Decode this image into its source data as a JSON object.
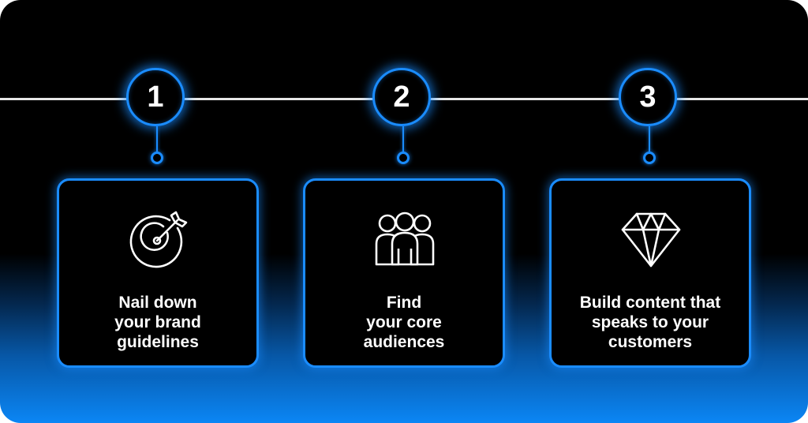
{
  "steps": [
    {
      "number": "1",
      "icon": "target-icon",
      "text": "Nail down\nyour brand\nguidelines"
    },
    {
      "number": "2",
      "icon": "people-group-icon",
      "text": "Find\nyour core\naudiences"
    },
    {
      "number": "3",
      "icon": "diamond-icon",
      "text": "Build content that\nspeaks to your\ncustomers"
    }
  ],
  "colors": {
    "accent": "#1a8cff",
    "background": "#000000",
    "timeline": "#e6e6e6",
    "text": "#ffffff"
  }
}
